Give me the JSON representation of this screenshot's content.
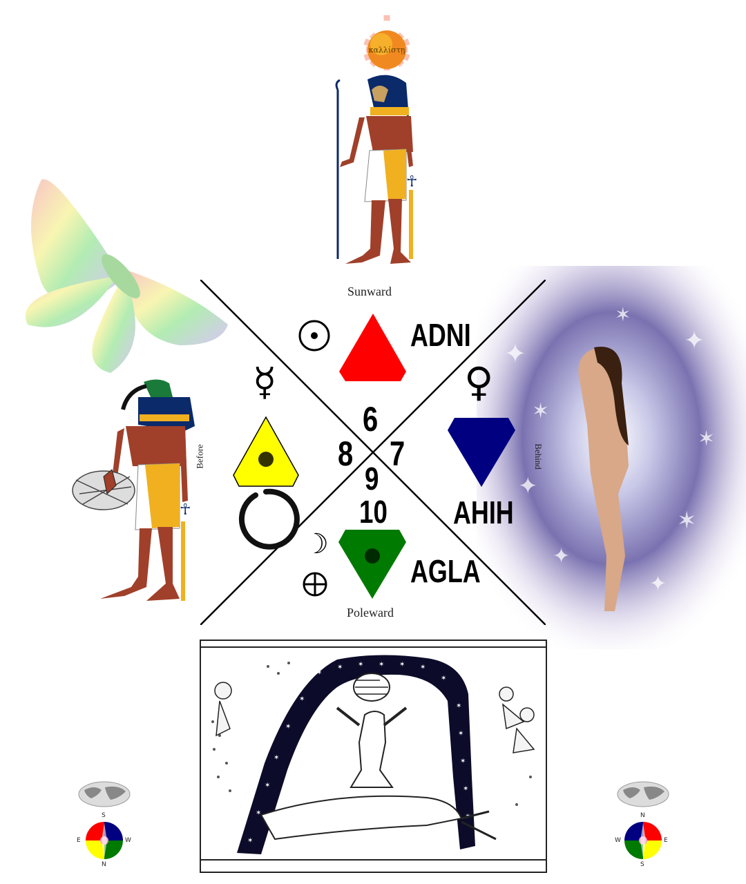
{
  "labels": {
    "top": "Sunward",
    "bottom": "Poleward",
    "left": "Before",
    "right": "Behind"
  },
  "names": {
    "top": "ADNI",
    "right": "AHIH",
    "bottom": "AGLA"
  },
  "numbers": {
    "top": "6",
    "left": "8",
    "right": "7",
    "center": "9",
    "bottom": "10"
  },
  "planet_symbols": {
    "sun": "☉",
    "mercury": "☿",
    "venus": "♀",
    "moon": "☽",
    "earth": "⊕"
  },
  "sun_apple_text": "καλλίστῃ",
  "compass_left": {
    "top": "S",
    "bottom": "N",
    "left": "E",
    "right": "W"
  },
  "compass_right": {
    "top": "N",
    "bottom": "S",
    "left": "W",
    "right": "E"
  },
  "colors": {
    "fire": "#ff0000",
    "air": "#ffff00",
    "water": "#000080",
    "earth": "#007a00",
    "skin": "#a0402a",
    "headdress": "#0a2a6a",
    "gold": "#f0b020"
  }
}
